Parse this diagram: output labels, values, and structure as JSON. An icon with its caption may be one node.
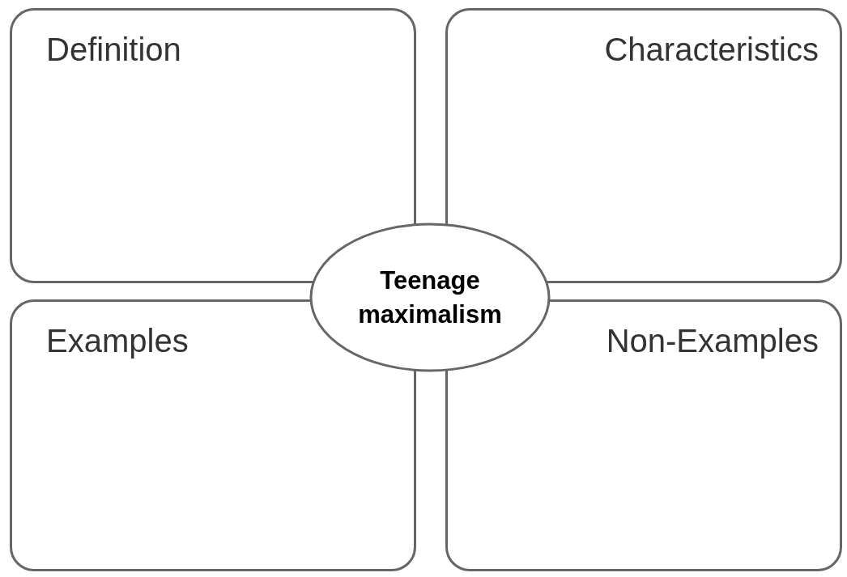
{
  "diagram": {
    "nodes": [
      {
        "text": [
          "Definition"
        ]
      },
      {
        "text": [
          "Characteristics"
        ]
      },
      {
        "text": [
          "Examples"
        ]
      },
      {
        "text": [
          "Non-Examples"
        ]
      },
      {
        "text": [
          "Teenage maximalism"
        ]
      }
    ]
  }
}
